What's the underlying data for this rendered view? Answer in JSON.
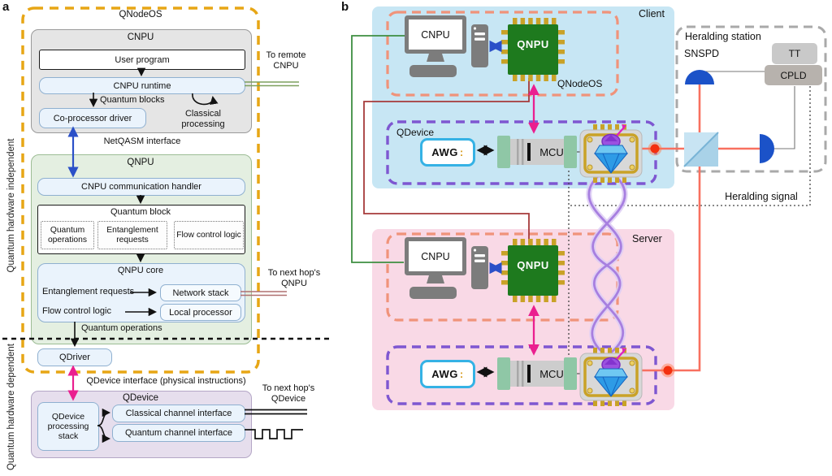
{
  "figure": {
    "panel_a_letter": "a",
    "panel_b_letter": "b"
  },
  "panel_a": {
    "qnodeos_label": "QNodeOS",
    "side_labels": {
      "independent": "Quantum hardware independent",
      "dependent": "Quantum hardware dependent"
    },
    "cnpu": {
      "title": "CNPU",
      "user_program": "User program",
      "runtime": "CNPU runtime",
      "quantum_blocks_label": "Quantum blocks",
      "coprocessor_driver": "Co-processor driver",
      "classical_processing_label": "Classical processing"
    },
    "to_remote_cnpu": "To remote CNPU",
    "netqasm_label": "NetQASM interface",
    "qnpu": {
      "title": "QNPU",
      "comm_handler": "CNPU communication handler",
      "quantum_block": {
        "title": "Quantum block",
        "items": [
          "Quantum operations",
          "Entanglement requests",
          "Flow control logic"
        ]
      },
      "core": {
        "title": "QNPU core",
        "row1_label": "Entanglement requests",
        "row1_box": "Network stack",
        "row2_label": "Flow control logic",
        "row2_box": "Local processor"
      },
      "quantum_operations_label": "Quantum operations",
      "qdriver": "QDriver"
    },
    "to_next_qnpu": "To next hop's QNPU",
    "qdevice_interface_label": "QDevice interface (physical instructions)",
    "qdevice": {
      "title": "QDevice",
      "processing_stack": "QDevice processing stack",
      "classical_iface": "Classical channel interface",
      "quantum_iface": "Quantum channel interface"
    },
    "to_next_qdevice": "To next hop's QDevice"
  },
  "panel_b": {
    "client": {
      "label": "Client",
      "qnodeos_label": "QNodeOS",
      "cnpu_label": "CNPU",
      "qnpu_label": "QNPU",
      "qdevice_label": "QDevice",
      "awg_label": "AWG",
      "awg_colon": ":",
      "mcu_label": "MCU"
    },
    "server": {
      "label": "Server",
      "cnpu_label": "CNPU",
      "qnpu_label": "QNPU",
      "awg_label": "AWG",
      "awg_colon": ":",
      "mcu_label": "MCU"
    },
    "heralding": {
      "title": "Heralding station",
      "snspd_label": "SNSPD",
      "tt_label": "TT",
      "cpld_label": "CPLD",
      "signal_label": "Heralding signal"
    }
  },
  "colors": {
    "orange_dash": "#e7a615",
    "salmon_dash": "#f0937a",
    "purple_dash": "#7e57d1",
    "heralding_dash": "#a9a9a9",
    "client_bg": "#c7e6f4",
    "server_bg": "#f9d9e6",
    "chip_green": "#1e7a1e",
    "pin_gold": "#c9a227",
    "magenta_arrow": "#ea1f8f",
    "blue_arrow": "#2b50c8",
    "laser_red": "#f3300f",
    "beam_red": "#f87060",
    "fiber_purple": "#a77fe0",
    "detector_blue": "#1b52c8",
    "green_line": "#3e8e41",
    "dark_red_line": "#a63a3a",
    "panel_a_gray": "#e5e5e5",
    "panel_a_green": "#e4efe1",
    "panel_a_purple": "#e6deed",
    "light_blue_box": "#eaf3fc"
  }
}
